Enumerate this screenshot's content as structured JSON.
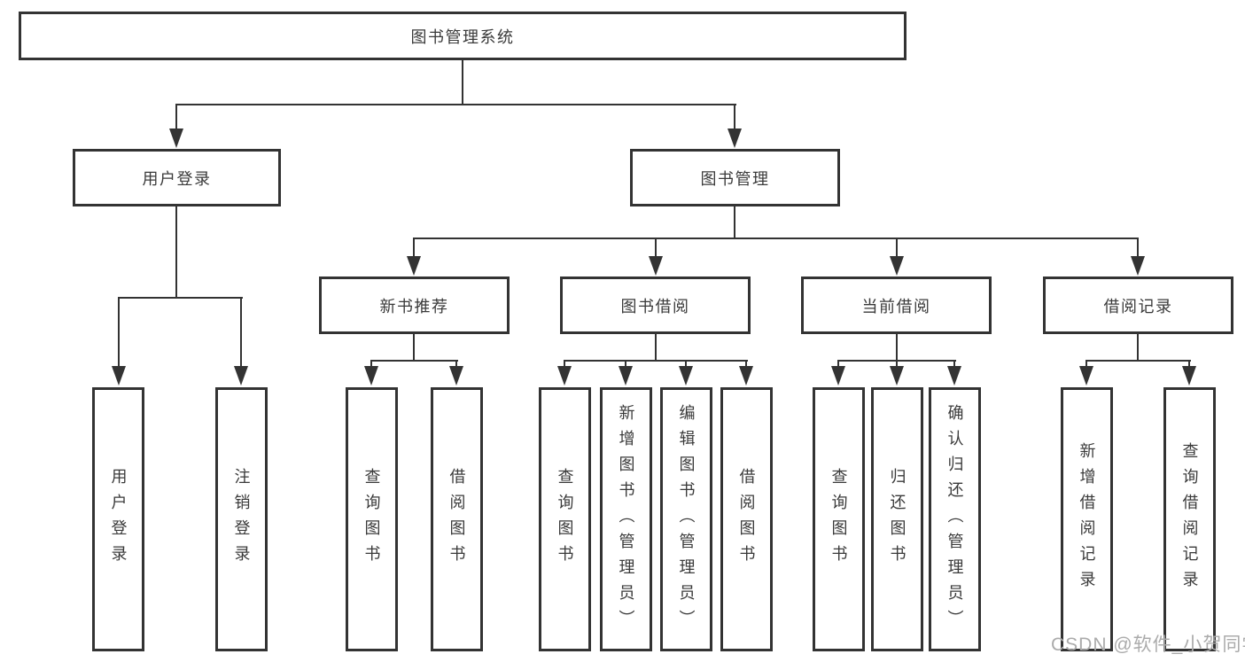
{
  "tree": {
    "root": {
      "label": "图书管理系统",
      "children": [
        {
          "label": "用户登录",
          "children": [
            {
              "label": "用户登录"
            },
            {
              "label": "注销登录"
            }
          ]
        },
        {
          "label": "图书管理",
          "children": [
            {
              "label": "新书推荐",
              "children": [
                {
                  "label": "查询图书"
                },
                {
                  "label": "借阅图书"
                }
              ]
            },
            {
              "label": "图书借阅",
              "children": [
                {
                  "label": "查询图书"
                },
                {
                  "label": "新增图书（管理员）"
                },
                {
                  "label": "编辑图书（管理员）"
                },
                {
                  "label": "借阅图书"
                }
              ]
            },
            {
              "label": "当前借阅",
              "children": [
                {
                  "label": "查询图书"
                },
                {
                  "label": "归还图书"
                },
                {
                  "label": "确认归还（管理员）"
                }
              ]
            },
            {
              "label": "借阅记录",
              "children": [
                {
                  "label": "新增借阅记录"
                },
                {
                  "label": "查询借阅记录"
                }
              ]
            }
          ]
        }
      ]
    }
  },
  "watermark": {
    "text": "CSDN @软件_小贺同学"
  },
  "colors": {
    "line": "#333333",
    "text": "#3a3a3a",
    "watermark": "#ababab",
    "background": "#ffffff"
  }
}
